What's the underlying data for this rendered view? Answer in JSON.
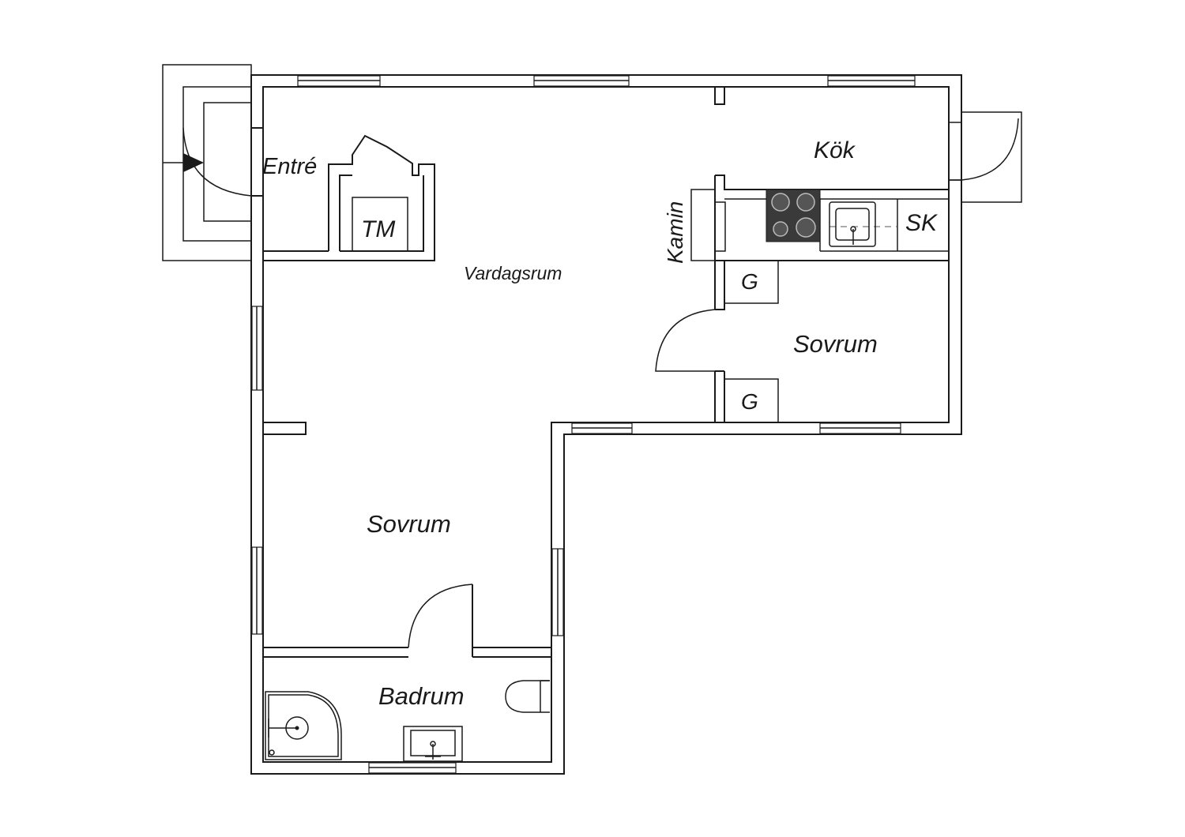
{
  "rooms": {
    "entre": "Entré",
    "tm": "TM",
    "vardagsrum": "Vardagsrum",
    "kok": "Kök",
    "kamin": "Kamin",
    "sk": "SK",
    "g1": "G",
    "g2": "G",
    "sovrum_right": "Sovrum",
    "sovrum_left": "Sovrum",
    "badrum": "Badrum"
  },
  "symbols": {
    "entry_arrow": "entrance-arrow-icon",
    "stove": "stove-icon",
    "kitchen_sink": "sink-icon",
    "bath_sink": "sink-icon",
    "toilet": "toilet-icon",
    "shower": "shower-icon"
  },
  "colors": {
    "line": "#1a1a1a",
    "stove_fill": "#3a3a3a",
    "background": "#ffffff"
  }
}
